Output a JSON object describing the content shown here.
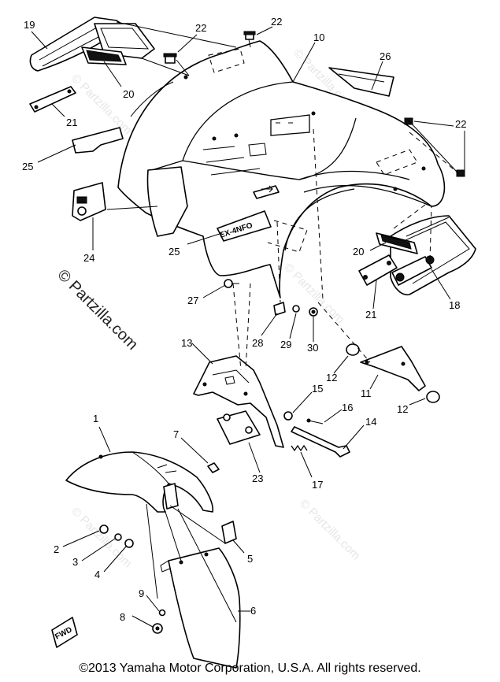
{
  "watermark": {
    "main": "© Partzilla.com",
    "repeat": "© Partzilla.com"
  },
  "copyright": "©2013  Yamaha Motor Corporation, U.S.A. All rights reserved.",
  "decal_text": {
    "brand": "EX-4NFO",
    "fwd": "FWD"
  },
  "callouts": {
    "n1": "1",
    "n2": "2",
    "n3": "3",
    "n4": "4",
    "n5": "5",
    "n6": "6",
    "n7": "7",
    "n8": "8",
    "n9": "9",
    "n10": "10",
    "n11": "11",
    "n12a": "12",
    "n12b": "12",
    "n13": "13",
    "n14": "14",
    "n15": "15",
    "n16": "16",
    "n17": "17",
    "n18": "18",
    "n19": "19",
    "n20a": "20",
    "n20b": "20",
    "n21a": "21",
    "n21b": "21",
    "n22a": "22",
    "n22b": "22",
    "n22c": "22",
    "n23": "23",
    "n24": "24",
    "n25a": "25",
    "n25b": "25",
    "n26": "26",
    "n27": "27",
    "n28": "28",
    "n29": "29",
    "n30": "30"
  }
}
